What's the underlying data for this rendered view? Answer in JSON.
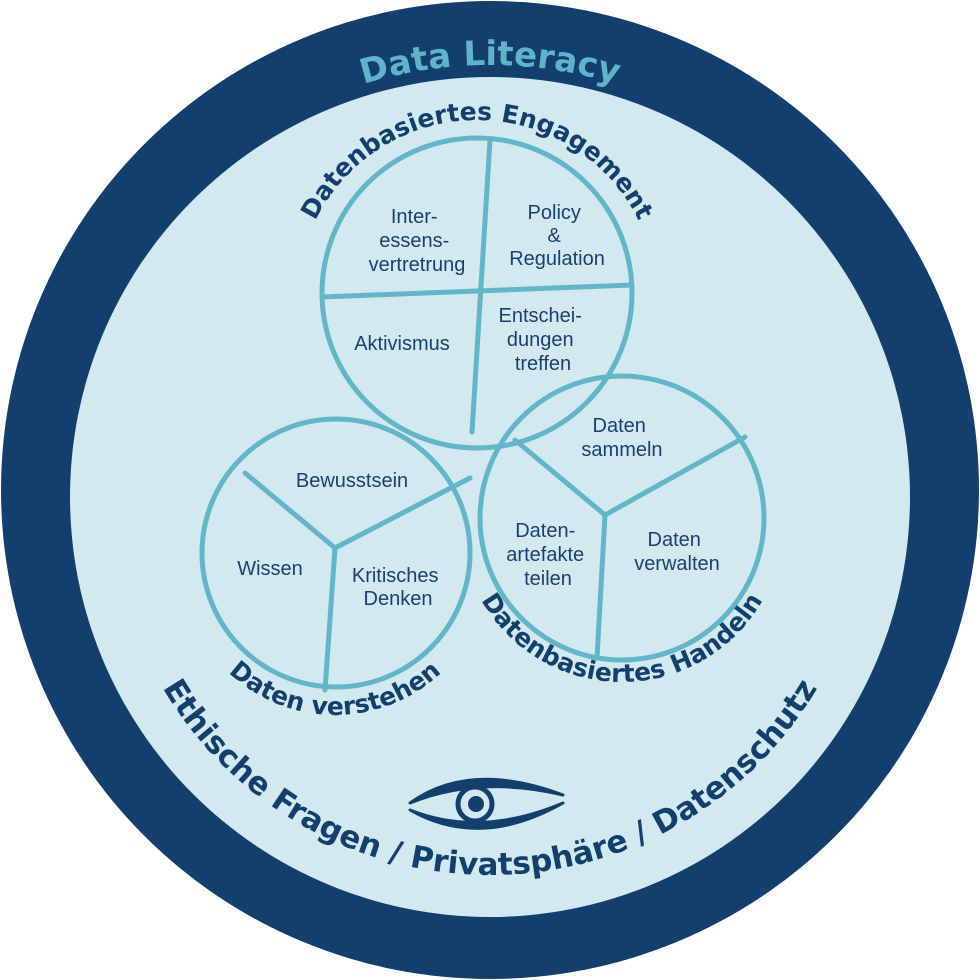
{
  "title": "Data Literacy",
  "footer": "Ethische Fragen / Privatsphäre / Datenschutz",
  "colors": {
    "outer_ring": "#123f6d",
    "inner_fill": "#d1e9ef",
    "accent": "#63b5c8",
    "text": "#123f6d"
  },
  "eye_icon": "eye-icon",
  "circles": [
    {
      "label": "Datenbasiertes Engagement",
      "segments": [
        [
          "Inter-",
          "essens-",
          "vertretrung"
        ],
        [
          "Policy",
          "&",
          "Regulation"
        ],
        [
          "Aktivismus"
        ],
        [
          "Entschei-",
          "dungen",
          "treffen"
        ]
      ]
    },
    {
      "label": "Daten verstehen",
      "segments": [
        [
          "Bewusstsein"
        ],
        [
          "Wissen"
        ],
        [
          "Kritisches",
          "Denken"
        ]
      ]
    },
    {
      "label": "Datenbasiertes Handeln",
      "segments": [
        [
          "Daten",
          "sammeln"
        ],
        [
          "Daten-",
          "artefakte",
          "teilen"
        ],
        [
          "Daten",
          "verwalten"
        ]
      ]
    }
  ]
}
